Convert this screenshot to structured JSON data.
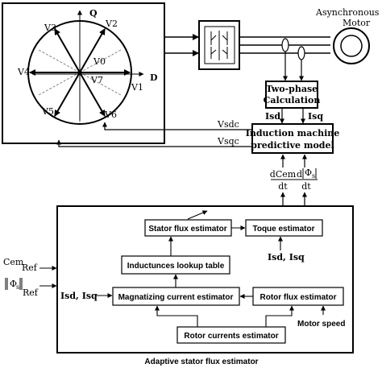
{
  "vector_diagram": {
    "axis_q": "Q",
    "axis_d": "D",
    "vectors": [
      "V1",
      "V2",
      "V3",
      "V4",
      "V5",
      "V6"
    ],
    "zero_vectors": [
      "V0",
      "V7"
    ]
  },
  "motor": {
    "label_line1": "Asynchronous",
    "label_line2": "Motor"
  },
  "two_phase": {
    "line1": "Two-phase",
    "line2": "Calculation",
    "out_isd": "Isd",
    "out_isq": "Isq"
  },
  "predictive_model": {
    "line1": "Induction machine",
    "line2": "predictive model",
    "vsdc": "Vsdc",
    "vsqc": "Vsqc"
  },
  "derivatives": {
    "dcem_num": "dCem",
    "dcem_den": "dt",
    "dphi_d": "d",
    "dphi_phi": "Φ",
    "dphi_sub": "s",
    "dphi_den": "dt"
  },
  "estimator": {
    "stator_flux": "Stator flux estimator",
    "torque": "Toque estimator",
    "inductances": "Inductunces lookup table",
    "magnetizing": "Magnatizing current estimator",
    "rotor_flux": "Rotor flux estimator",
    "rotor_currents": "Rotor currents estimator",
    "isd_isq_inner": "Isd, Isq",
    "isd_isq_left": "Isd, Isq",
    "motor_speed": "Motor speed",
    "caption": "Adaptive stator flux estimator"
  },
  "inputs": {
    "cem": "Cem",
    "cem_sub": "Ref",
    "phi": "Φ",
    "phi_s": "s",
    "phi_sub": "Ref"
  }
}
